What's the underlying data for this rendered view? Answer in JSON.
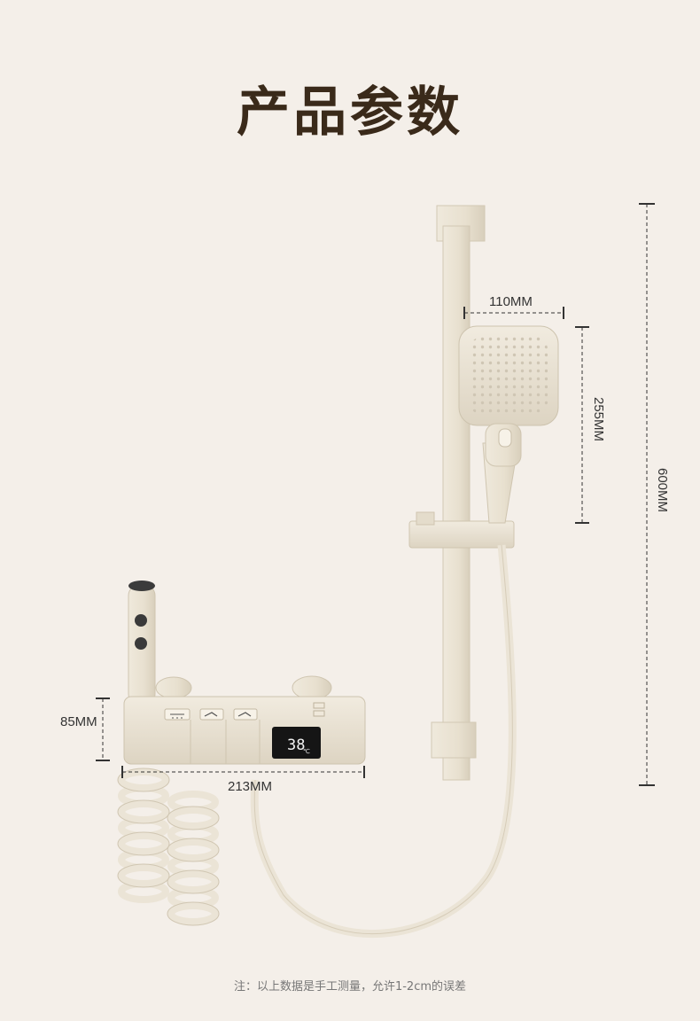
{
  "title": "产品参数",
  "dimensions": {
    "head_width": "110MM",
    "head_height": "255MM",
    "rail_height": "600MM",
    "panel_height": "85MM",
    "panel_width": "213MM"
  },
  "display": {
    "temperature": "38",
    "unit": "℃"
  },
  "note": "注：以上数据是手工测量，允许1-2cm的误差",
  "colors": {
    "background": "#f4efe9",
    "product": "#ede6d8",
    "title": "#3a2a1a"
  }
}
